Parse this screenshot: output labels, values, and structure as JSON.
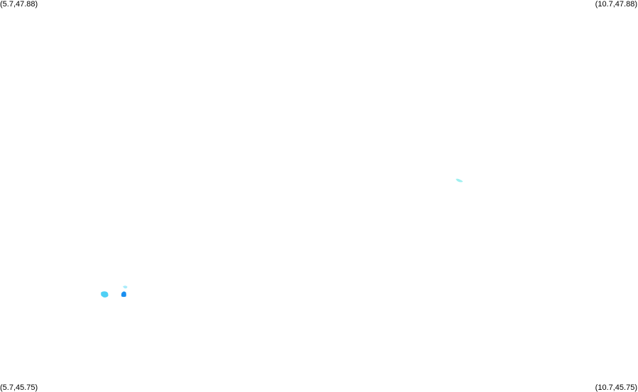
{
  "map": {
    "corners": {
      "top_left": "(5.7,47.88)",
      "top_right": "(10.7,47.88)",
      "bottom_left": "(5.7,45.75)",
      "bottom_right": "(10.7,45.75)"
    },
    "bounds": {
      "lon_min": 5.7,
      "lon_max": 10.7,
      "lat_min": 45.75,
      "lat_max": 47.88
    },
    "background_color": "#ffffff",
    "features": [
      {
        "name": "feature-west-a",
        "lon": 6.52,
        "lat": 46.28,
        "color": "#4fd0f5",
        "shape": "blob-a"
      },
      {
        "name": "feature-west-b",
        "lon": 6.67,
        "lat": 46.28,
        "color": "#1a8ff0",
        "shape": "blob-b"
      },
      {
        "name": "feature-west-c",
        "lon": 6.68,
        "lat": 46.32,
        "color": "#a9ecfb",
        "shape": "blob-c"
      },
      {
        "name": "feature-east",
        "lon": 9.3,
        "lat": 46.9,
        "color": "#9ff0f0",
        "shape": "blob-d"
      }
    ]
  }
}
